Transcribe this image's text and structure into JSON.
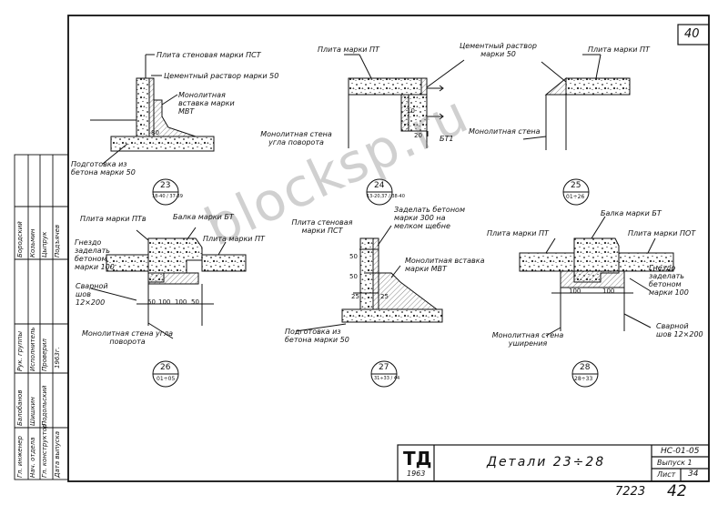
{
  "page_number": "40",
  "bottom_numbers": {
    "left": "7223",
    "right": "42"
  },
  "watermark": "blocksp.ru",
  "title_block": {
    "logo_main": "ТД",
    "logo_year": "1963",
    "title": "Детали 23÷28",
    "code": "НС-01-05",
    "issue": "Выпуск 1",
    "sheet_label": "Лист",
    "sheet_number": "34"
  },
  "side_stamp": {
    "roles": [
      "Гл. инженер",
      "Нач. отдела",
      "Гл. конструктор",
      "Рук. группы",
      "Исполнитель",
      "Проверил",
      "Дата выпуска"
    ],
    "names": [
      "Балобанов",
      "Шишкин",
      "Подольский",
      "Бородский",
      "Козьмин",
      "Цыпрук",
      "Подъячев"
    ],
    "date": "1963г."
  },
  "details": [
    {
      "number": "23",
      "sheet": "18-40 / 37-39",
      "labels": {
        "wall_panel": "Плита стеновая марки ПСТ",
        "mortar": "Цементный раствор марки 50",
        "insert": "Монолитная вставка марки МВТ",
        "prep": "Подготовка из бетона марки 50"
      },
      "dims": [
        "80"
      ]
    },
    {
      "number": "24",
      "sheet": "13-20,37 / 38-40",
      "labels": {
        "slab": "Плита марки ПТ",
        "mortar": "Цементный раствор марки 50",
        "wall": "Монолитная стена угла поворота",
        "tie": "БТ1"
      },
      "dims": [
        "10",
        "20"
      ]
    },
    {
      "number": "25",
      "sheet": "01÷26",
      "labels": {
        "slab": "Плита марки ПТ",
        "wall": "Монолитная стена"
      },
      "dims": []
    },
    {
      "number": "26",
      "sheet": "01÷05",
      "labels": {
        "slab_ptb": "Плита марки ПТв",
        "beam": "Балка марки БТ",
        "slab": "Плита марки ПТ",
        "fill": "Гнездо заделать бетоном марки 100",
        "weld": "Сварной шов 12×200",
        "wall": "Монолитная стена угла поворота"
      },
      "dims": [
        "50",
        "100",
        "100",
        "50"
      ]
    },
    {
      "number": "27",
      "sheet": "31÷33 / 44",
      "labels": {
        "wall_panel": "Плита стеновая марки ПСТ",
        "fill": "Заделать бетоном марки 300 на мелком щебне",
        "insert": "Монолитная вставка марки МВТ",
        "prep": "Подготовка из бетона марки 50"
      },
      "dims": [
        "50",
        "50",
        "25",
        "25"
      ]
    },
    {
      "number": "28",
      "sheet": "28÷33",
      "labels": {
        "slab": "Плита марки ПТ",
        "beam": "Балка марки БТ",
        "slab_ptt": "Плита марки ПОТ",
        "fill": "Гнездо заделать бетоном марки 100",
        "weld": "Сварной шов 12×200",
        "wall": "Монолитная стена уширения"
      },
      "dims": [
        "100",
        "100"
      ]
    }
  ]
}
